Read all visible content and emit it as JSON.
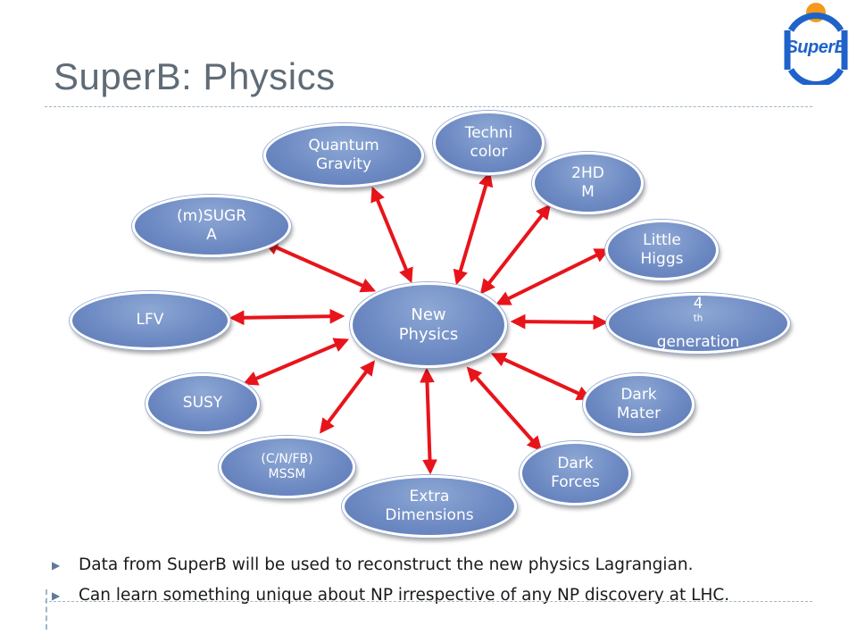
{
  "slide": {
    "title": "SuperB: Physics",
    "logo_text": "SuperB"
  },
  "diagram": {
    "center": {
      "line1": "New",
      "line2": "Physics"
    },
    "nodes": {
      "quantum_gravity": {
        "line1": "Quantum",
        "line2": "Gravity"
      },
      "technicolor": {
        "line1": "Techni",
        "line2": "color"
      },
      "two_hdm": {
        "line1": "2HD",
        "line2": "M"
      },
      "msugra": {
        "line1": "(m)SUGR",
        "line2": "A"
      },
      "little_higgs": {
        "line1": "Little",
        "line2": "Higgs"
      },
      "lfv": {
        "line1": "LFV"
      },
      "fourth_generation": {
        "num": "4",
        "sup": "th",
        "line2": "generation"
      },
      "susy": {
        "line1": "SUSY"
      },
      "dark_mater": {
        "line1": "Dark",
        "line2": "Mater"
      },
      "cnfb_mssm": {
        "line1": "(C/N/FB)",
        "line2": "MSSM"
      },
      "dark_forces": {
        "line1": "Dark",
        "line2": "Forces"
      },
      "extra_dimensions": {
        "line1": "Extra",
        "line2": "Dimensions"
      }
    },
    "arrow_color": "#e8141b",
    "node_color": "#6f8bc4"
  },
  "bullets": [
    {
      "text": "Data from SuperB will be used to reconstruct the new physics Lagrangian."
    },
    {
      "text": "Can learn something unique about NP irrespective of any NP discovery at LHC."
    }
  ],
  "colors": {
    "title": "#5f6b76",
    "accent_rule": "#9fb6c8",
    "logo_blue": "#1f62c9",
    "logo_orange": "#f39a1e"
  },
  "icons": {
    "bullet": "right-triangle-icon",
    "logo": "superb-logo-icon"
  }
}
